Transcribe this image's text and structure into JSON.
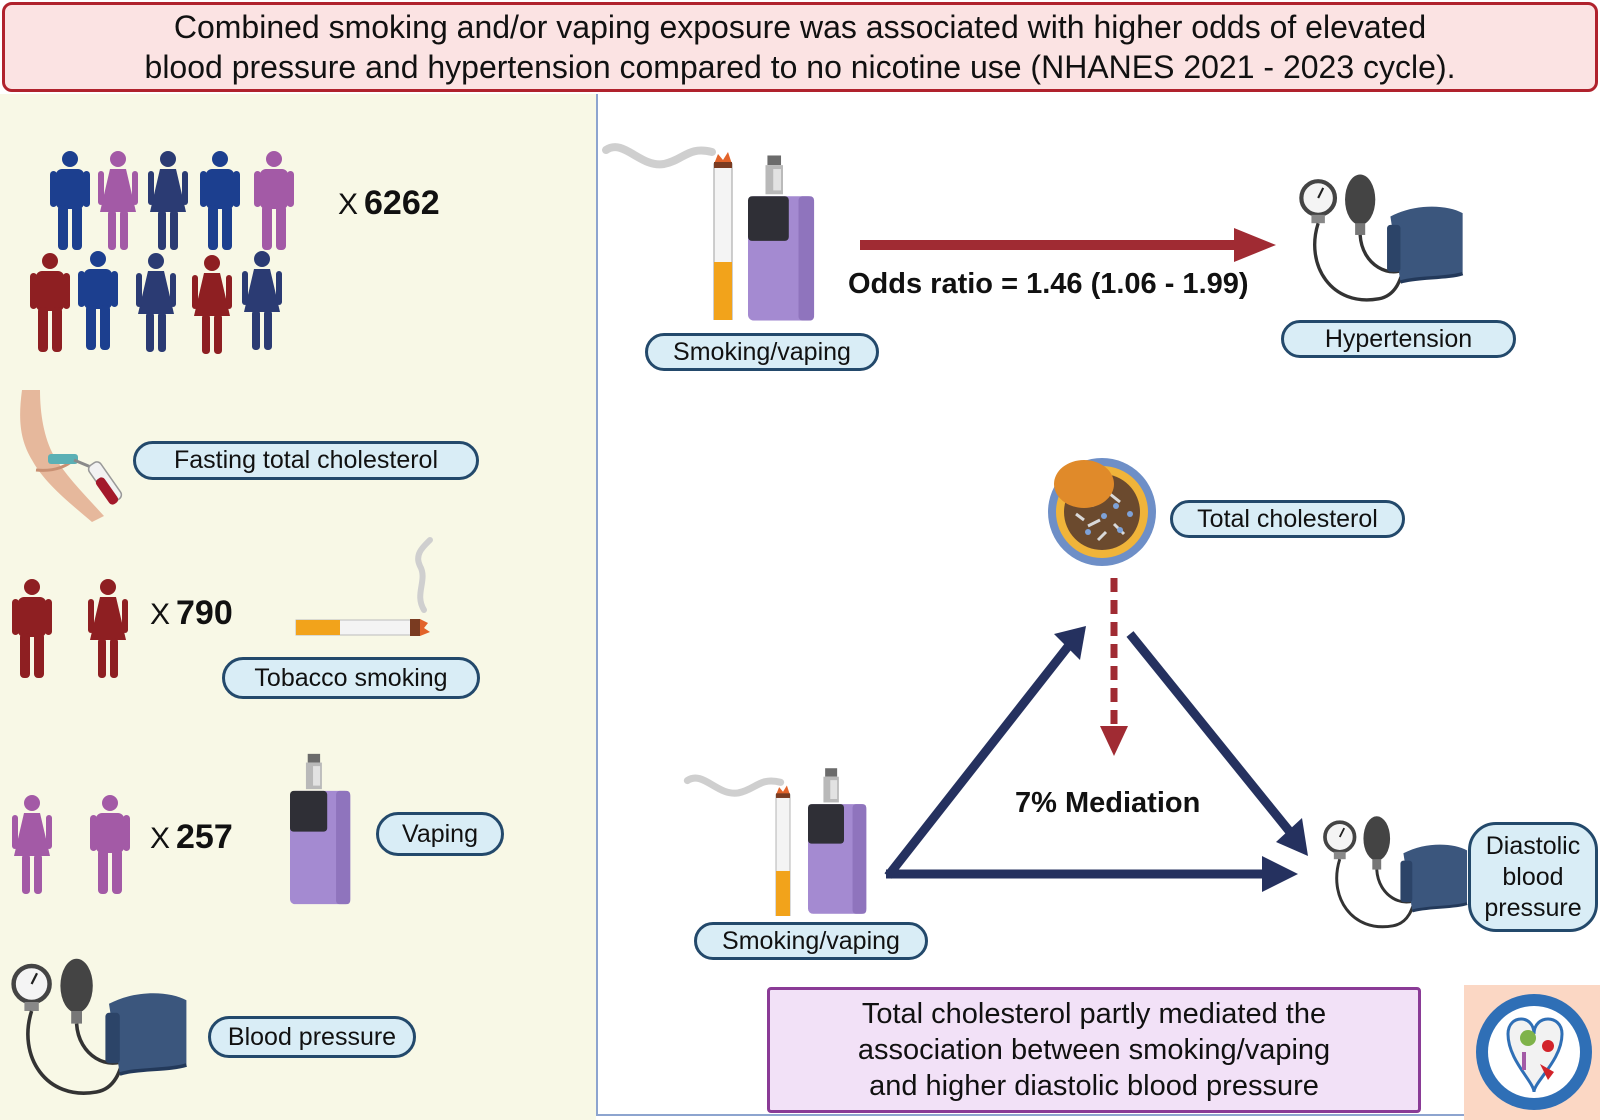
{
  "title": {
    "line1": "Combined smoking and/or vaping exposure was associated with higher odds of elevated",
    "line2": "blood pressure and hypertension compared to no nicotine use (NHANES 2021 - 2023 cycle)."
  },
  "left": {
    "population": {
      "prefix": "X",
      "count": "6262"
    },
    "cholesterol_label": "Fasting total cholesterol",
    "smoking": {
      "prefix": "X",
      "count": "790",
      "label": "Tobacco smoking"
    },
    "vaping": {
      "prefix": "X",
      "count": "257",
      "label": "Vaping"
    },
    "bp_label": "Blood pressure"
  },
  "top_right": {
    "exposure_label": "Smoking/vaping",
    "odds_ratio": "Odds ratio = 1.46 (1.06 - 1.99)",
    "outcome_label": "Hypertension"
  },
  "mediation": {
    "mediator_label": "Total cholesterol",
    "mediation_text": "7% Mediation",
    "exposure_label": "Smoking/vaping",
    "outcome_label": [
      "Diastolic",
      "blood",
      "pressure"
    ]
  },
  "summary": {
    "lines": [
      "Total cholesterol partly mediated the",
      "association between smoking/vaping",
      "and higher diastolic blood pressure"
    ]
  },
  "colors": {
    "male_blue": "#1c3f8f",
    "female_purple": "#a35aa6",
    "navy": "#2b3b73",
    "dark_red": "#8e1f22",
    "arrow_red": "#a02b33",
    "arrow_navy": "#25315f",
    "device_purple": "#a48ad1",
    "filter_orange": "#f2a31b"
  },
  "icons": [
    "people-icon",
    "blood-draw-icon",
    "cigarette-icon",
    "vape-icon",
    "sphygmomanometer-icon",
    "lipoprotein-icon"
  ]
}
